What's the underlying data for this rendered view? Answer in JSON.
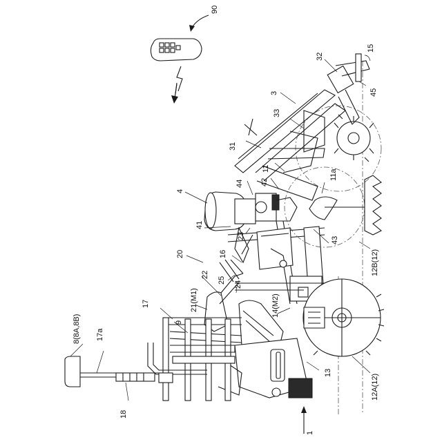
{
  "figure": {
    "labels": {
      "l90": "90",
      "l32": "32",
      "l15": "15",
      "l3": "3",
      "l45": "45",
      "l33": "33",
      "l31": "31",
      "l11": "11",
      "l42": "42",
      "l44": "44",
      "l11a": "11a",
      "l4": "4",
      "l41": "41",
      "l23": "23",
      "l43": "43",
      "l16": "16",
      "l20": "20",
      "l25": "25",
      "l12b": "12B(12)",
      "l22": "22",
      "l24": "24",
      "l21": "21(M1)",
      "l14": "14(M2)",
      "l17": "17",
      "l9": "9",
      "l8": "8(8A,8B)",
      "l17a": "17a",
      "l13": "13",
      "l12a": "12A(12)",
      "l18": "18",
      "l1": "1"
    }
  }
}
